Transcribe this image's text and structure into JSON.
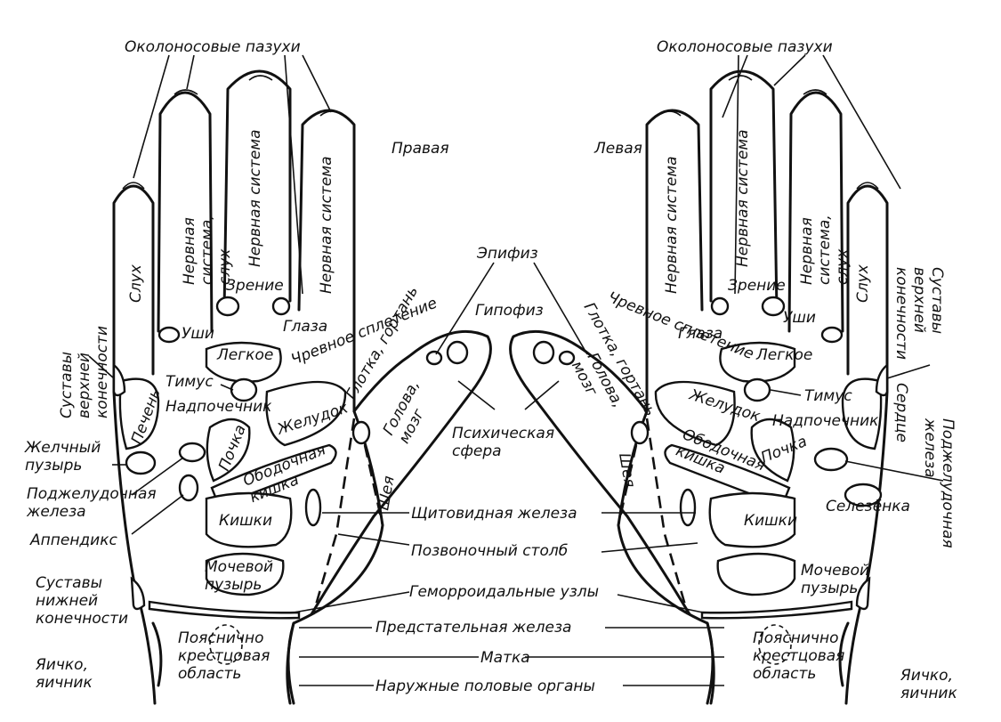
{
  "ink_color": "#111111",
  "background": "#ffffff",
  "sides": {
    "right": "Правая",
    "left": "Левая"
  },
  "labels": {
    "sinuses": "Околоносовые пазухи",
    "nervous_system_hearing": "Нервная система, слух",
    "nervous_system": "Нервная система",
    "hearing": "Слух",
    "vision": "Зрение",
    "ears": "Уши",
    "eyes": "Глаза",
    "solar_plexus": "Чревное сплетение",
    "pharynx_larynx": "Глотка, гортань",
    "epiphysis": "Эпифиз",
    "hypophysis": "Гипофиз",
    "head_brain": "Голова, мозг",
    "psychic_sphere": "Психическая сфера",
    "lung": "Легкое",
    "thymus": "Тимус",
    "adrenal": "Надпочечник",
    "stomach": "Желудок",
    "liver": "Печень",
    "heart": "Сердце",
    "kidney": "Почка",
    "colon": "Ободочная кишка",
    "intestines": "Кишки",
    "neck": "Шея",
    "upper_limb_joints": "Суставы верхней конечности",
    "gallbladder": "Желчный пузырь",
    "pancreas": "Поджелудочная железа",
    "appendix": "Аппендикс",
    "spleen": "Селезёнка",
    "thyroid": "Щитовидная железа",
    "spine": "Позвоночный столб",
    "hemorrhoids": "Геморроидальные узлы",
    "prostate": "Предстательная железа",
    "uterus": "Матка",
    "genitals": "Наружные половые органы",
    "bladder": "Мочевой пузырь",
    "lower_limb_joints": "Суставы нижней конечности",
    "lumbosacral": "Пояснично крестцовая область",
    "testicle_ovary": "Яичко, яичник"
  }
}
